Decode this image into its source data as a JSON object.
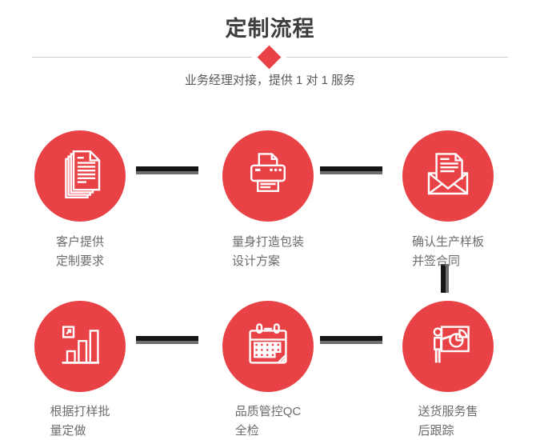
{
  "colors": {
    "red": "#e84247",
    "connector_dark": "#161616",
    "connector_gray": "#6e6e6e",
    "title": "#3d3d3d",
    "subtitle": "#58585a",
    "label": "#6b6b6b",
    "line": "#cccccc"
  },
  "header": {
    "title": "定制流程",
    "subtitle": "业务经理对接，提供 1 对 1 服务"
  },
  "steps": [
    {
      "icon": "documents-icon",
      "line1": "客户提供",
      "line2": "定制要求"
    },
    {
      "icon": "printer-icon",
      "line1": "量身打造包装",
      "line2": "设计方案"
    },
    {
      "icon": "envelope-icon",
      "line1": "确认生产样板",
      "line2": "并签合同"
    },
    {
      "icon": "bar-chart-icon",
      "line1": "根据打样批",
      "line2": "量定做"
    },
    {
      "icon": "calendar-icon",
      "line1": "品质管控QC",
      "line2": "全检"
    },
    {
      "icon": "presentation-icon",
      "line1": "送货服务售",
      "line2": "后跟踪"
    }
  ]
}
